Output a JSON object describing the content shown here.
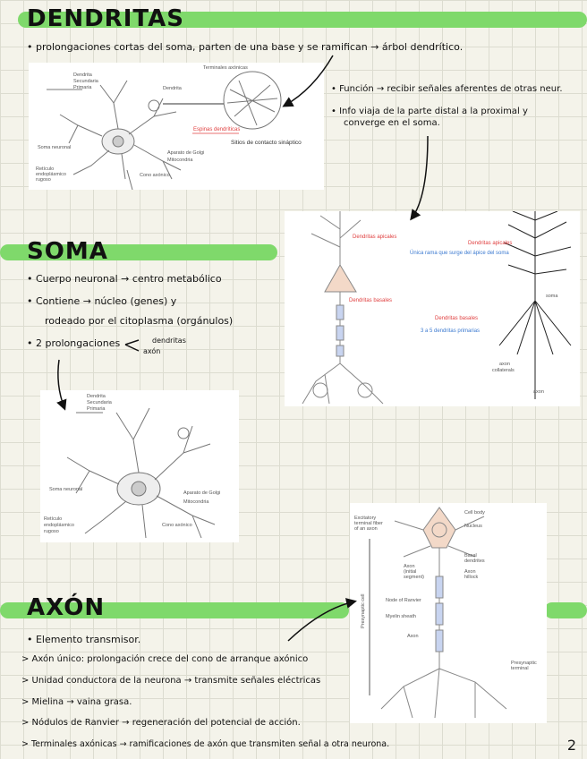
{
  "dendritas": {
    "title": "DENDRITAS",
    "bullet1": "• prolongaciones cortas del soma, parten de una base y se ramifican → árbol dendrítico.",
    "funcion": "• Función → recibir señales aferentes de otras neur.",
    "info_l1": "• Info viaja de la parte distal a la proximal y",
    "info_l2": "converge en el soma.",
    "fig": {
      "terminales_axonicas": "Terminales axónicas",
      "dendrita": "Dendrita",
      "secundaria": "Secundaria",
      "primaria": "Primaria",
      "soma_neuronal": "Soma neuronal",
      "aparato_golgi": "Aparato de Golgi",
      "mitocondria": "Mitocondria",
      "reticulo": "Retículo",
      "endoplasmico": "endoplásmico",
      "rugoso": "rugoso",
      "cono_axonico": "Cono axónico",
      "espinas": "Espinas dendríticas",
      "sitios": "Sitios de contacto sináptico"
    }
  },
  "pyramid_fig": {
    "dendritas_apicales_1": "Dendritas apicales",
    "dendritas_apicales_2": "Dendritas apicales",
    "unica_rama": "Única rama que surge del ápice del soma",
    "dendritas_basales_1": "Dendritas basales",
    "dendritas_basales_2": "Dendritas basales",
    "tres_cinco": "3 a 5 dendritas primarias",
    "soma": "soma",
    "axon_collaterals_1": "axon",
    "axon_collaterals_2": "collaterals",
    "axon": "axon"
  },
  "soma": {
    "title": "SOMA",
    "b1": "• Cuerpo neuronal → centro metabólico",
    "b2": "• Contiene → núcleo (genes) y",
    "b2b": "rodeado por el citoplasma (orgánulos)",
    "b3": "• 2 prolongaciones",
    "dendritas": "dendritas",
    "axon": "axón",
    "fig": {
      "dendrita": "Dendrita",
      "secundaria": "Secundaria",
      "primaria": "Primaria",
      "soma_neuronal": "Soma neuronal",
      "aparato_golgi": "Aparato de Golgi",
      "mitocondria": "Mitocondria",
      "reticulo": "Retículo",
      "endoplasmico": "endoplásmico",
      "rugoso": "rugoso",
      "cono_axonico": "Cono axónico"
    }
  },
  "axon": {
    "title": "AXÓN",
    "b1": "• Elemento transmisor.",
    "b2": "> Axón único: prolongación crece del cono de arranque axónico",
    "b3": "> Unidad conductora de la neurona → transmite señales eléctricas",
    "b4": "> Mielina → vaina grasa.",
    "b5": "> Nódulos de Ranvier → regeneración del potencial de acción.",
    "b6": "> Terminales axónicas → ramificaciones de axón que transmiten señal a otra neurona.",
    "fig": {
      "excitatory": "Excitatory",
      "terminal_fiber": "terminal fiber",
      "of_an_axon": "of an axon",
      "cell_body": "Cell body",
      "nucleus": "Nucleus",
      "axon_hillock": "Axon",
      "initial": "(initial",
      "segment": "segment)",
      "basal": "Basal",
      "dendrites": "dendrites",
      "axon_h": "Axon",
      "hillock": "hillock",
      "node": "Node of Ranvier",
      "myelin": "Myelin sheath",
      "axon_label": "Axon",
      "presynaptic": "Presynaptic",
      "terminal": "terminal",
      "presynaptic_cell": "Presynaptic cell"
    }
  },
  "page_number": "2"
}
